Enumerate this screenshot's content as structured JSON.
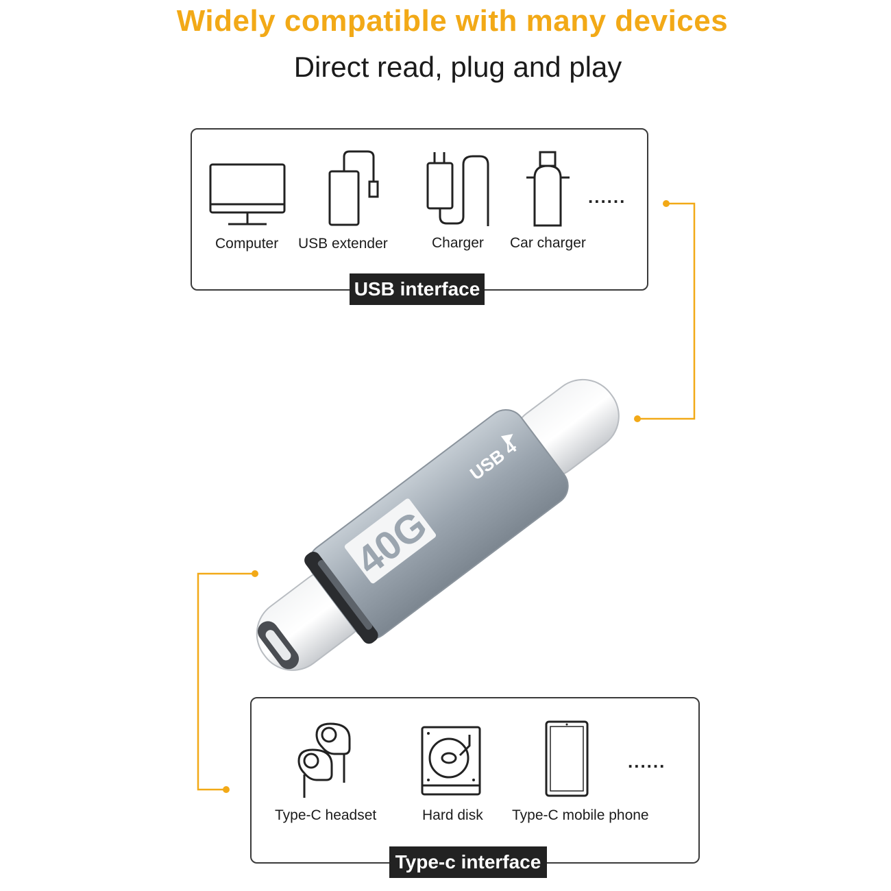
{
  "headline": "Widely compatible with many devices",
  "subheadline": "Direct read, plug and play",
  "usb_panel": {
    "tag": "USB interface",
    "devices": [
      {
        "label": "Computer",
        "icon": "monitor-icon"
      },
      {
        "label": "USB extender",
        "icon": "usb-extender-icon"
      },
      {
        "label": "Charger",
        "icon": "charger-icon"
      },
      {
        "label": "Car charger",
        "icon": "car-charger-icon"
      }
    ],
    "more": "......"
  },
  "typec_panel": {
    "tag": "Type-c interface",
    "devices": [
      {
        "label": "Type-C headset",
        "icon": "earphones-icon"
      },
      {
        "label": "Hard disk",
        "icon": "hard-disk-icon"
      },
      {
        "label": "Type-C mobile phone",
        "icon": "mobile-phone-icon"
      }
    ],
    "more": "......"
  },
  "adapter": {
    "speed_label": "40G",
    "usb_label": "USB 4"
  },
  "colors": {
    "accent": "#F2A917",
    "tag_bg": "#222222",
    "adapter_body": "#9BA5AF"
  }
}
